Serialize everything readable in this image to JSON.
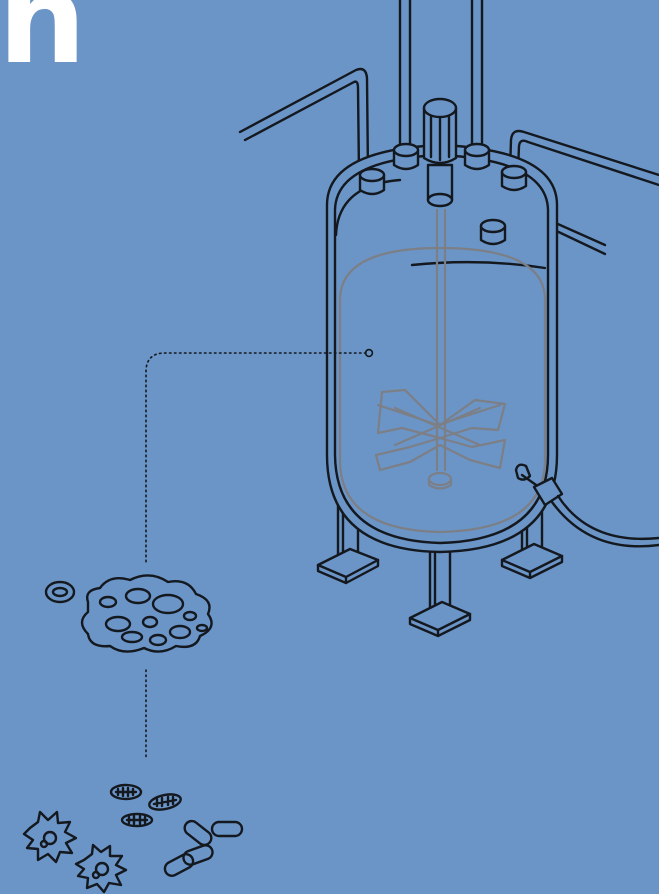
{
  "heading": {
    "text": "n"
  },
  "colors": {
    "background": "#6b95c6",
    "line": "#14181f",
    "inner_line": "#7c7f86",
    "heading": "#ffffff"
  },
  "icons": {
    "vessel": "bioreactor-illustration",
    "impeller": "impeller-blades",
    "aggregate": "cell-cluster",
    "cells": "microorganisms"
  }
}
